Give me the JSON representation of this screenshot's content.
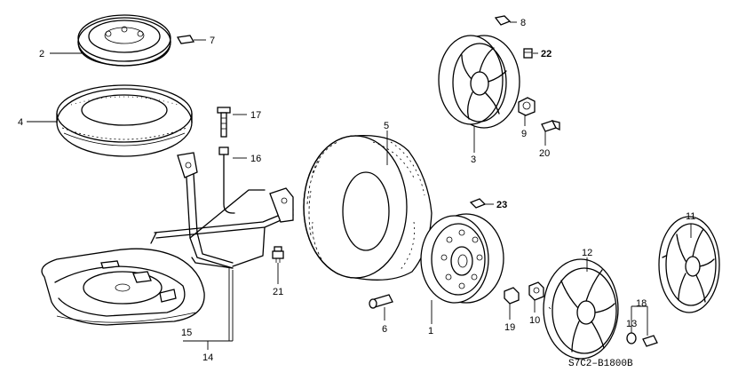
{
  "diagram": {
    "reference_code": "S7C2‒B1800B",
    "callouts": [
      {
        "id": "c1",
        "label": "1",
        "emphasis": false
      },
      {
        "id": "c2",
        "label": "2",
        "emphasis": false
      },
      {
        "id": "c3",
        "label": "3",
        "emphasis": false
      },
      {
        "id": "c4",
        "label": "4",
        "emphasis": false
      },
      {
        "id": "c5",
        "label": "5",
        "emphasis": false
      },
      {
        "id": "c6",
        "label": "6",
        "emphasis": false
      },
      {
        "id": "c7",
        "label": "7",
        "emphasis": false
      },
      {
        "id": "c8",
        "label": "8",
        "emphasis": false
      },
      {
        "id": "c9",
        "label": "9",
        "emphasis": false
      },
      {
        "id": "c10",
        "label": "10",
        "emphasis": false
      },
      {
        "id": "c11",
        "label": "11",
        "emphasis": false
      },
      {
        "id": "c12",
        "label": "12",
        "emphasis": false
      },
      {
        "id": "c13",
        "label": "13",
        "emphasis": false
      },
      {
        "id": "c14",
        "label": "14",
        "emphasis": false
      },
      {
        "id": "c15",
        "label": "15",
        "emphasis": false
      },
      {
        "id": "c16",
        "label": "16",
        "emphasis": false
      },
      {
        "id": "c17",
        "label": "17",
        "emphasis": false
      },
      {
        "id": "c18",
        "label": "18",
        "emphasis": false
      },
      {
        "id": "c19",
        "label": "19",
        "emphasis": false
      },
      {
        "id": "c20",
        "label": "20",
        "emphasis": false
      },
      {
        "id": "c21",
        "label": "21",
        "emphasis": false
      },
      {
        "id": "c22",
        "label": "22",
        "emphasis": true
      },
      {
        "id": "c23",
        "label": "23",
        "emphasis": true
      }
    ]
  }
}
